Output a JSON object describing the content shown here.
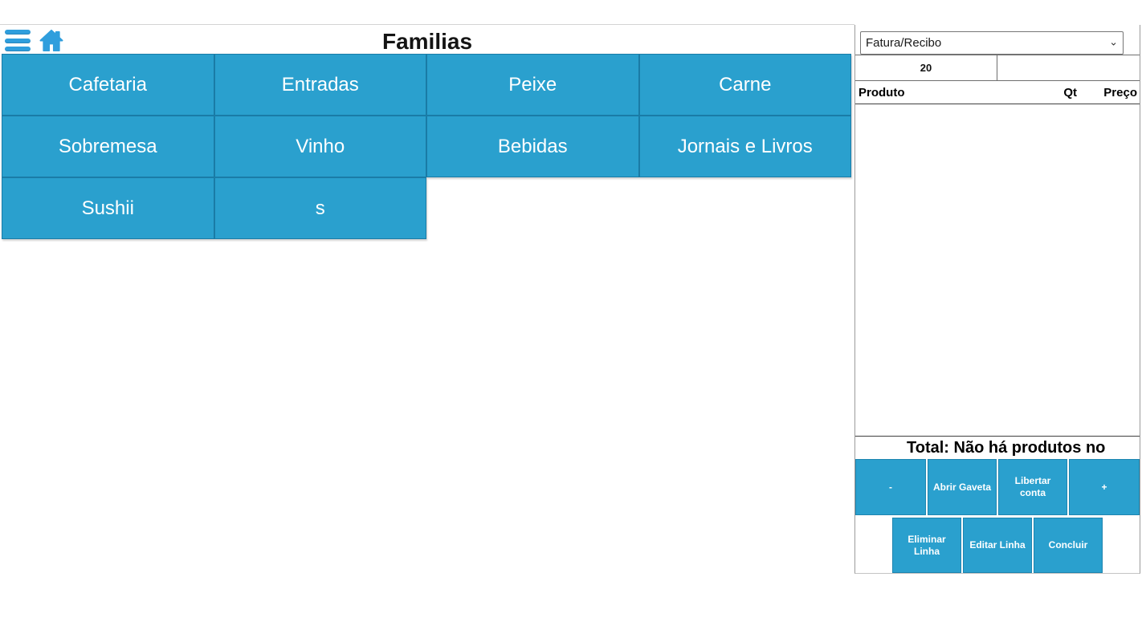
{
  "header": {
    "title": "Familias"
  },
  "nav": {
    "menu_icon": "hamburger-icon",
    "home_icon": "home-icon"
  },
  "families": {
    "buttons": [
      "Cafetaria",
      "Entradas",
      "Peixe",
      "Carne",
      "Sobremesa",
      "Vinho",
      "Bebidas",
      "Jornais e Livros",
      "Sushii",
      "s"
    ]
  },
  "order_panel": {
    "document_type": {
      "selected": "Fatura/Recibo"
    },
    "terminal_number": "20",
    "table": {
      "columns": [
        "Produto",
        "Qt",
        "Preço"
      ]
    },
    "total_text": "Total: Não há produtos no",
    "actions_row1": [
      "-",
      "Abrir Gaveta",
      "Libertar conta",
      "+"
    ],
    "actions_row2": [
      "Eliminar Linha",
      "Editar Linha",
      "Concluir"
    ]
  },
  "colors": {
    "accent_blue": "#2aa0ce",
    "accent_border": "#1a7ca7",
    "icon_blue": "#2f9edd"
  }
}
